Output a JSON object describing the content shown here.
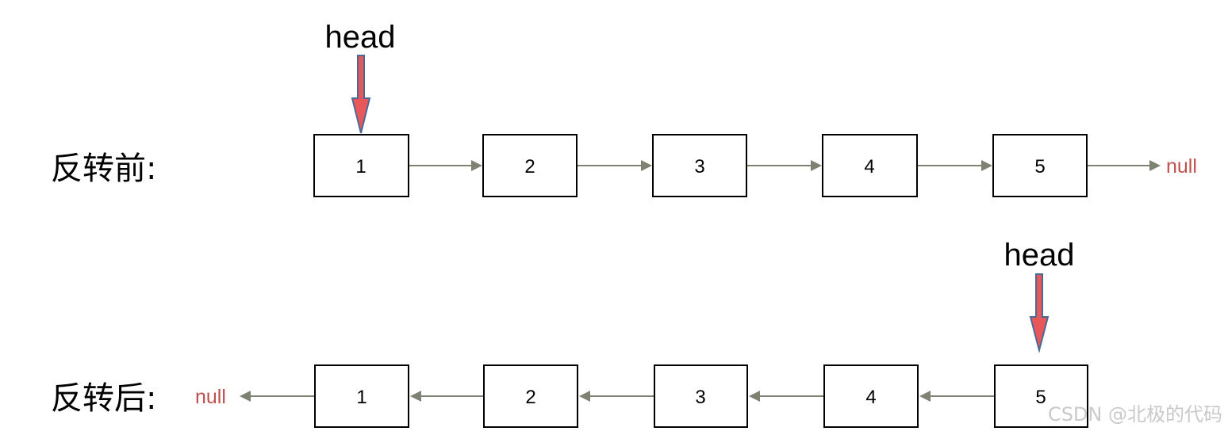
{
  "colors": {
    "pointer_fill": "#e8585a",
    "pointer_stroke": "#4a6a96",
    "link": "#7e8272",
    "null_text": "#c0504d"
  },
  "before": {
    "label": "反转前:",
    "head_label": "head",
    "nodes": [
      "1",
      "2",
      "3",
      "4",
      "5"
    ],
    "null_label": "null"
  },
  "after": {
    "label": "反转后:",
    "head_label": "head",
    "nodes": [
      "1",
      "2",
      "3",
      "4",
      "5"
    ],
    "null_label": "null"
  },
  "watermark": "CSDN @北极的代码"
}
